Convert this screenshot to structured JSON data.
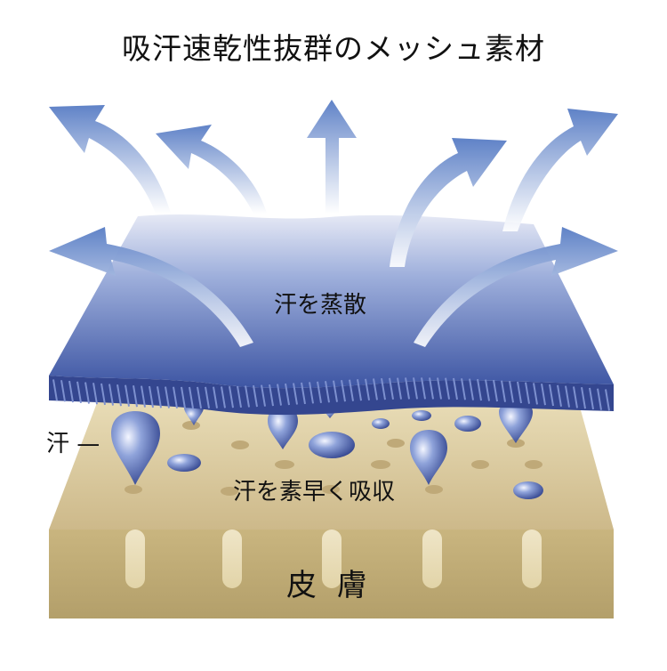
{
  "title": "吸汗速乾性抜群のメッシュ素材",
  "labels": {
    "evaporate": "汗を蒸散",
    "sweat": "汗 —",
    "absorb": "汗を素早く吸収",
    "skin": "皮 膚"
  },
  "colors": {
    "mesh_top_light": "#c5cde8",
    "mesh_top_dark": "#3d55a3",
    "mesh_edge": "#2f3f86",
    "skin_top": "#d9c99a",
    "skin_front": "#c6b27c",
    "droplet": "#5870b8",
    "arrow": "#6f8fcf"
  }
}
